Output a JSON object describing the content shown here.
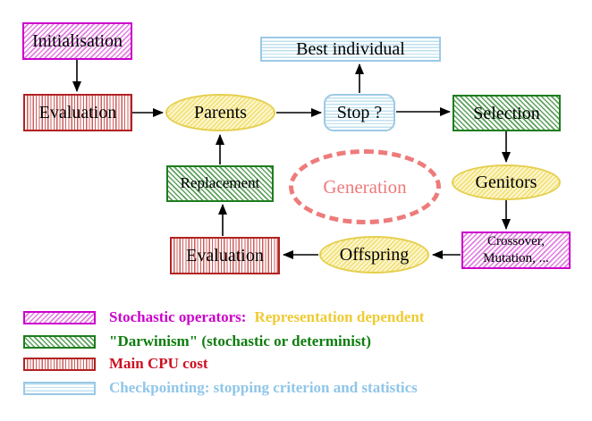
{
  "nodes": {
    "initialisation": "Initialisation",
    "evaluation_top": "Evaluation",
    "parents": "Parents",
    "stop": "Stop ?",
    "best_individual": "Best individual",
    "selection": "Selection",
    "genitors": "Genitors",
    "crossover_line1": "Crossover,",
    "crossover_line2": "Mutation, ...",
    "offspring": "Offspring",
    "evaluation_bottom": "Evaluation",
    "replacement": "Replacement",
    "generation": "Generation"
  },
  "legend": {
    "rows": [
      {
        "swatch": "magenta-diagonal-hatch",
        "text": "Stochastic operators:",
        "text2": "Representation dependent"
      },
      {
        "swatch": "green-diagonal-hatch",
        "text": "\"Darwinism\" (stochastic or determinist)"
      },
      {
        "swatch": "red-vertical-stripes",
        "text": "Main CPU cost"
      },
      {
        "swatch": "cyan-horizontal-stripes",
        "text": "Checkpointing: stopping criterion and statistics"
      }
    ]
  },
  "colors": {
    "magenta": "#cc00cc",
    "magenta-hatch": "#e27de2",
    "red": "#b22222",
    "red-stripe": "#cc5c5c",
    "green": "#1e7d1e",
    "green-hatch": "#5da05d",
    "green-text": "#0e7d0e",
    "crimson-text": "#cc1122",
    "cyan-border": "#9cc9e4",
    "cyan-stripe": "#bfe0ef",
    "cyan-text": "#8fc6e8",
    "yellow-border": "#e5cf4e",
    "yellow-hatch": "#f2e178",
    "yellow-base": "#fdf6d0",
    "gold-text": "#eecb33",
    "pink": "#ee7b7b",
    "arrow": "#000000"
  }
}
